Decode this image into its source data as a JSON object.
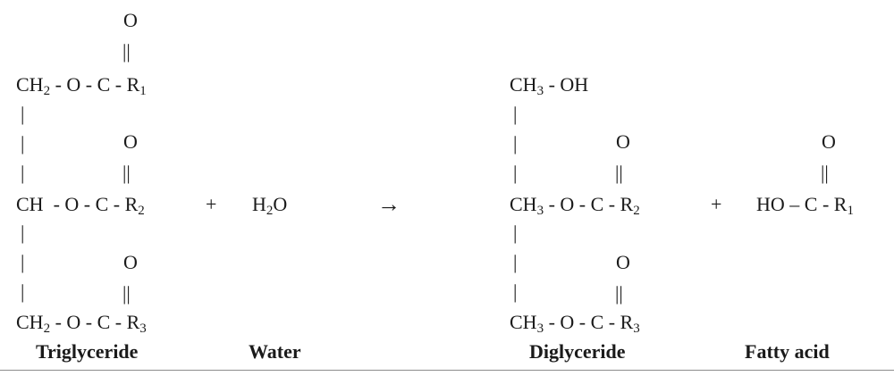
{
  "triglyceride": {
    "row1": {
      "group": "CH",
      "sub": "2",
      "link": " - O - C - ",
      "r": "R",
      "rsub": "1"
    },
    "row2": {
      "group": "CH",
      "link": "  - O - C - ",
      "r": "R",
      "rsub": "2"
    },
    "row3": {
      "group": "CH",
      "sub": "2",
      "link": " - O - C - ",
      "r": "R",
      "rsub": "3"
    },
    "carbonyl_o": "O",
    "double_bond": "||",
    "backbone": "|"
  },
  "plus": "+",
  "water": {
    "h": "H",
    "hsub": "2",
    "o": "O"
  },
  "arrow": "→",
  "diglyceride": {
    "row1": {
      "group": "CH",
      "sub": "3",
      "link": " - OH"
    },
    "row2": {
      "group": "CH",
      "sub": "3",
      "link": " - O - C - ",
      "r": "R",
      "rsub": "2"
    },
    "row3": {
      "group": "CH",
      "sub": "3",
      "link": " - O - C - ",
      "r": "R",
      "rsub": "3"
    }
  },
  "fatty_acid": {
    "head": "HO – C - ",
    "r": "R",
    "rsub": "1"
  },
  "labels": {
    "triglyceride": "Triglyceride",
    "water": "Water",
    "diglyceride": "Diglyceride",
    "fatty_acid": "Fatty acid"
  }
}
